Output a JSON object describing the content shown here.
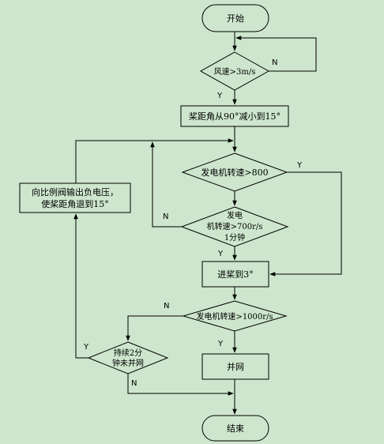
{
  "nodes": {
    "start": "开始",
    "wind_check": "风速>3m/s",
    "pitch_reduce": "桨距角从90°减小到15°",
    "gen_speed_800": "发电机转速>800",
    "gen_speed_700_l1": "发电",
    "gen_speed_700_l2": "机转速>700r/s",
    "gen_speed_700_l3": "1分钟",
    "pitch_3": "进桨到3°",
    "gen_speed_1000": "发电机转速>1000r/s",
    "grid_connect": "并网",
    "valve_l1": "向比例阀输出负电压，",
    "valve_l2": "使桨距角退到15°",
    "grid_wait_l1": "持续2分",
    "grid_wait_l2": "钟未并网",
    "end": "结束"
  },
  "labels": {
    "wind_no": "N",
    "wind_yes": "Y",
    "s800_yes": "Y",
    "s700_no": "N",
    "s700_yes": "Y",
    "s1000_no": "N",
    "s1000_yes": "Y",
    "wait_yes": "Y",
    "wait_no": "N"
  },
  "colors": {
    "background": "#cde6cd",
    "line": "#000000"
  }
}
